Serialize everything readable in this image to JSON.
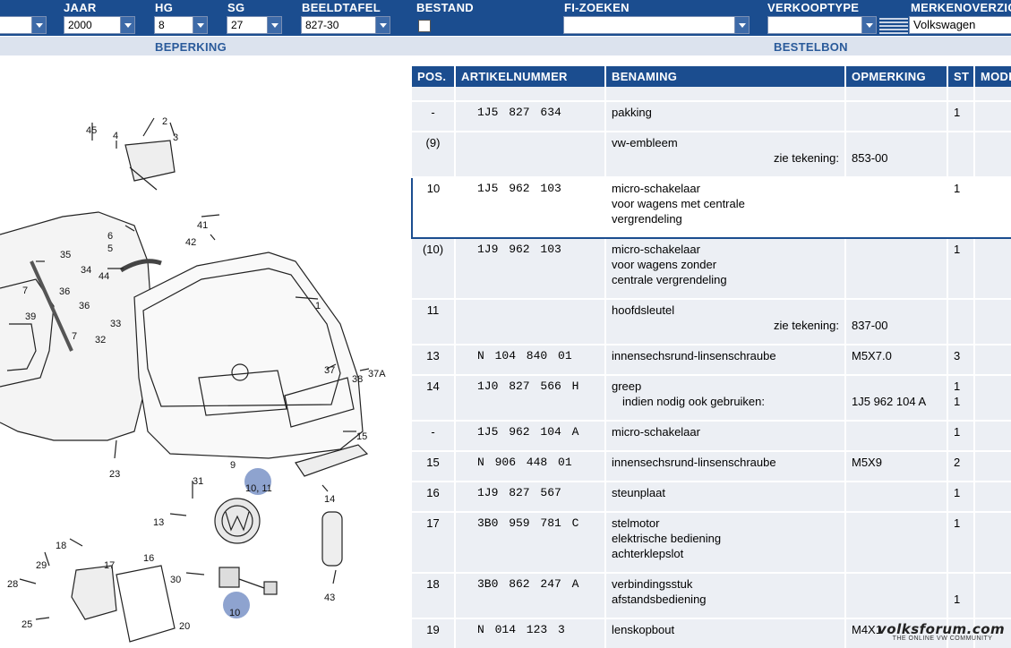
{
  "filters": {
    "jaar": {
      "label": "JAAR",
      "value": "2000"
    },
    "hg": {
      "label": "HG",
      "value": "8"
    },
    "sg": {
      "label": "SG",
      "value": "27"
    },
    "beeldtafel": {
      "label": "BEELDTAFEL",
      "value": "827-30"
    },
    "bestand": {
      "label": "BESTAND"
    },
    "fi_zoeken": {
      "label": "FI-ZOEKEN",
      "value": ""
    },
    "verkooptype": {
      "label": "VERKOOPTYPE",
      "value": ""
    },
    "merkenoverzicht": {
      "label": "MERKENOVERZICHT",
      "value": "Volkswagen"
    }
  },
  "sections": {
    "beperking": "BEPERKING",
    "bestelbon": "BESTELBON"
  },
  "table": {
    "headers": {
      "pos": "POS.",
      "artikel": "ARTIKELNUMMER",
      "benaming": "BENAMING",
      "opmerking": "OPMERKING",
      "st": "ST",
      "model": "MODEL"
    },
    "rows": [
      {
        "pos": "-",
        "art": "1J5 827 634",
        "ben": [
          "pakking"
        ],
        "opm": [
          ""
        ],
        "st": [
          "1"
        ]
      },
      {
        "pos": "(9)",
        "art": "",
        "ben": [
          "vw-embleem"
        ],
        "zie": "zie tekening:",
        "opm": [
          "",
          "853-00"
        ],
        "st": [
          ""
        ]
      },
      {
        "pos": "10",
        "art": "1J5 962 103",
        "ben": [
          "micro-schakelaar",
          "voor wagens met centrale",
          "vergrendeling"
        ],
        "opm": [
          ""
        ],
        "st": [
          "1"
        ]
      },
      {
        "pos": "(10)",
        "art": "1J9 962 103",
        "ben": [
          "micro-schakelaar",
          "voor wagens zonder",
          "centrale vergrendeling"
        ],
        "opm": [
          ""
        ],
        "st": [
          "1"
        ]
      },
      {
        "pos": "11",
        "art": "",
        "ben": [
          "hoofdsleutel"
        ],
        "zie": "zie tekening:",
        "opm": [
          "",
          "837-00"
        ],
        "st": [
          ""
        ]
      },
      {
        "pos": "13",
        "art": "N  104 840 01",
        "ben": [
          "innensechsrund-linsenschraube"
        ],
        "opm": [
          "M5X7.0"
        ],
        "st": [
          "3"
        ]
      },
      {
        "pos": "14",
        "art": "1J0 827 566 H",
        "ben": [
          "greep",
          "indien nodig ook gebruiken:"
        ],
        "opm": [
          "",
          "1J5 962 104 A"
        ],
        "st": [
          "1",
          "1"
        ]
      },
      {
        "pos": "-",
        "art": "1J5 962 104 A",
        "ben": [
          "micro-schakelaar"
        ],
        "opm": [
          ""
        ],
        "st": [
          "1"
        ]
      },
      {
        "pos": "15",
        "art": "N  906 448 01",
        "ben": [
          "innensechsrund-linsenschraube"
        ],
        "opm": [
          "M5X9"
        ],
        "st": [
          "2"
        ]
      },
      {
        "pos": "16",
        "art": "1J9 827 567",
        "ben": [
          "steunplaat"
        ],
        "opm": [
          ""
        ],
        "st": [
          "1"
        ]
      },
      {
        "pos": "17",
        "art": "3B0 959 781 C",
        "ben": [
          "stelmotor",
          "elektrische bediening",
          "achterklepslot"
        ],
        "opm": [
          ""
        ],
        "st": [
          "1"
        ]
      },
      {
        "pos": "18",
        "art": "3B0 862 247 A",
        "ben": [
          "verbindingsstuk",
          "afstandsbediening"
        ],
        "opm": [
          ""
        ],
        "st": [
          "",
          "1"
        ]
      },
      {
        "pos": "19",
        "art": "N  014 123 3",
        "ben": [
          "lenskopbout"
        ],
        "opm": [
          "M4X1"
        ],
        "st": [
          ""
        ]
      }
    ]
  },
  "diagram": {
    "callouts": [
      "45",
      "4",
      "2",
      "3",
      "6",
      "5",
      "41",
      "42",
      "44",
      "35",
      "34",
      "36",
      "7",
      "39",
      "36",
      "33",
      "32",
      "7",
      "1",
      "37",
      "38",
      "37A",
      "15",
      "23",
      "14",
      "9",
      "31",
      "10, 11",
      "13",
      "18",
      "17",
      "29",
      "16",
      "30",
      "28",
      "25",
      "10",
      "20",
      "43"
    ]
  },
  "watermark": {
    "main": "volksforum.com",
    "sub": "THE ONLINE VW COMMUNITY"
  }
}
